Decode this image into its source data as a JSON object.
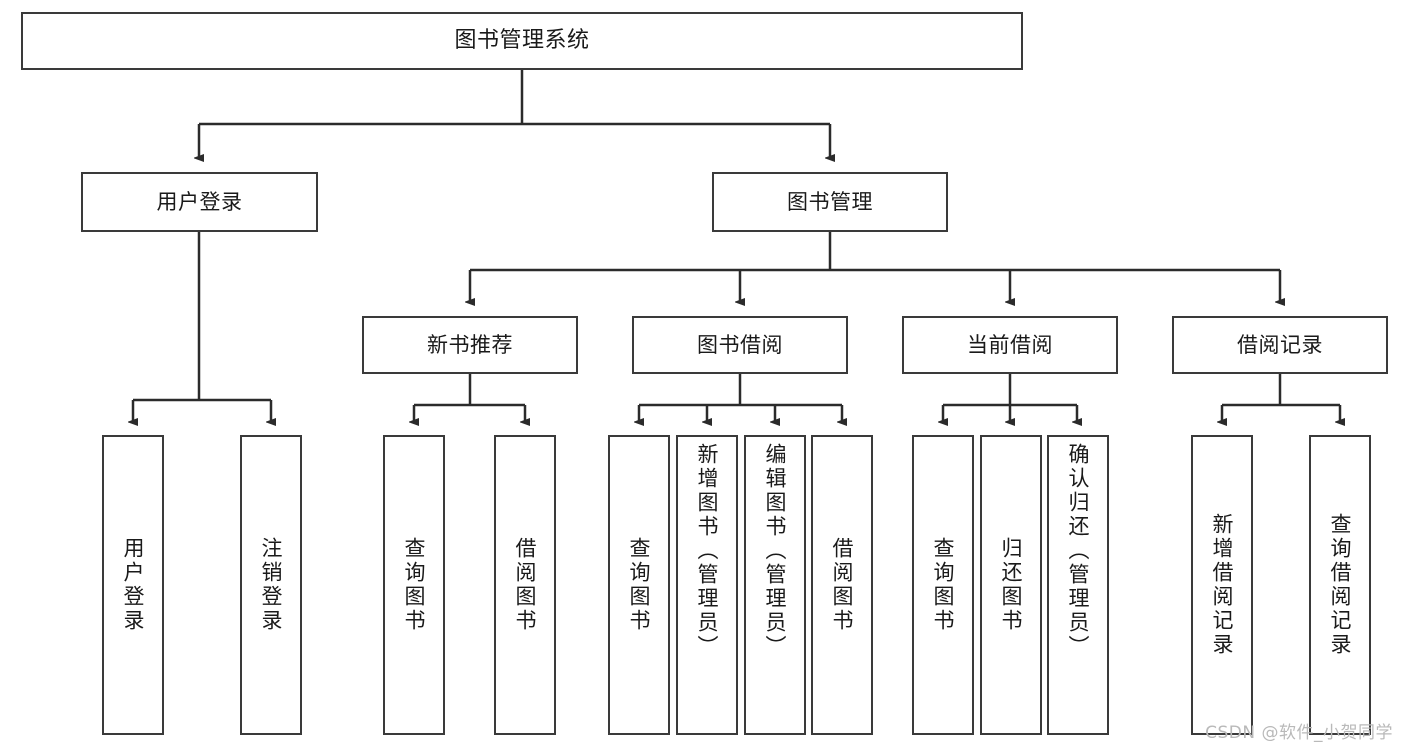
{
  "diagram": {
    "type": "tree",
    "title": "图书管理系统",
    "watermark": "CSDN @软件_小贺同学",
    "colors": {
      "box_border": "#3a3a3a",
      "box_fill": "#ffffff",
      "edge": "#2b2b2b",
      "text": "#1a1a1a",
      "watermark": "#b9b9b9"
    },
    "nodes": {
      "root": {
        "label": "图书管理系统"
      },
      "level2": [
        {
          "label": "用户登录"
        },
        {
          "label": "图书管理"
        }
      ],
      "level3": [
        {
          "label": "新书推荐"
        },
        {
          "label": "图书借阅"
        },
        {
          "label": "当前借阅"
        },
        {
          "label": "借阅记录"
        }
      ],
      "leaves": {
        "user_login": [
          {
            "label": "用户登录"
          },
          {
            "label": "注销登录"
          }
        ],
        "new_book": [
          {
            "label": "查询图书"
          },
          {
            "label": "借阅图书"
          }
        ],
        "book_borrow": [
          {
            "label": "查询图书"
          },
          {
            "label": "新增图书（管理员）"
          },
          {
            "label": "编辑图书（管理员）"
          },
          {
            "label": "借阅图书"
          }
        ],
        "current_borrow": [
          {
            "label": "查询图书"
          },
          {
            "label": "归还图书"
          },
          {
            "label": "确认归还（管理员）"
          }
        ],
        "borrow_record": [
          {
            "label": "新增借阅记录"
          },
          {
            "label": "查询借阅记录"
          }
        ]
      }
    }
  }
}
